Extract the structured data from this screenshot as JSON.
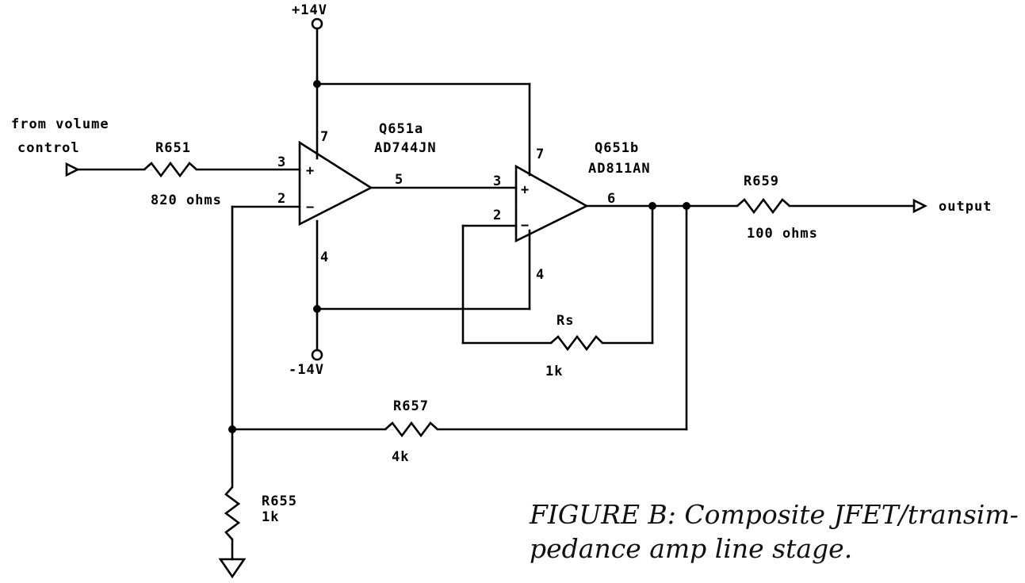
{
  "labels": {
    "vpos": "+14V",
    "vneg": "-14V",
    "input1": "from volume",
    "input2": "control",
    "r651": "R651",
    "r651_val": "820 ohms",
    "q651a": "Q651a",
    "q651a_part": "AD744JN",
    "q651b": "Q651b",
    "q651b_part": "AD811AN",
    "r659": "R659",
    "r659_val": "100 ohms",
    "output": "output",
    "rs": "Rs",
    "rs_val": "1k",
    "r657": "R657",
    "r657_val": "4k",
    "r655": "R655",
    "r655_val": "1k"
  },
  "pins": {
    "a_in_plus": "3",
    "a_in_minus": "2",
    "a_vpos": "7",
    "a_vneg": "4",
    "a_out": "5",
    "b_in_plus": "3",
    "b_in_minus": "2",
    "b_vpos": "7",
    "b_vneg": "4",
    "b_out": "6"
  },
  "opamp_signs": {
    "plus": "+",
    "minus": "−"
  },
  "caption": {
    "line1": "FIGURE B: Composite JFET/transim-",
    "line2": "pedance amp line stage."
  }
}
